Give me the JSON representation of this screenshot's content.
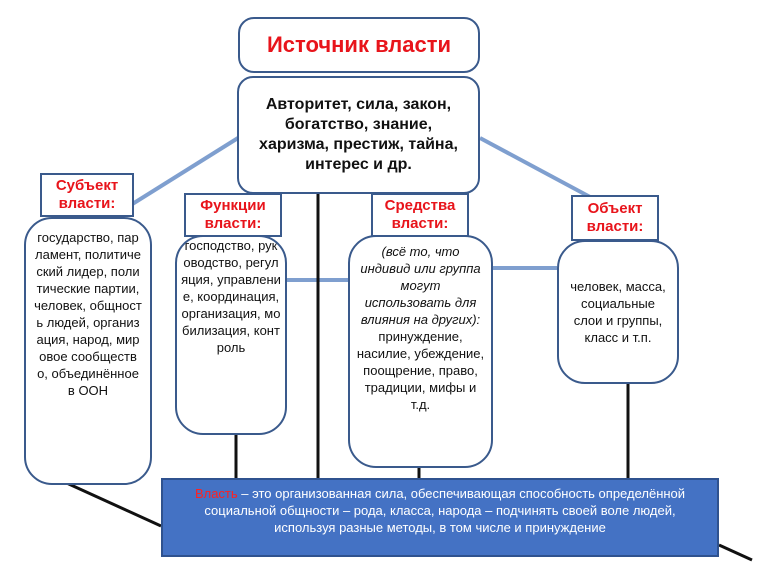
{
  "diagram": {
    "title": "Источник власти",
    "sources": "Авторитет, сила, закон, богатство, знание, харизма, престиж, тайна, интерес и др.",
    "subject": {
      "label": "Субъект власти:",
      "items": "государство, парламент, политический лидер, политические партии, человек, общность людей, организация, народ, мировое сообщество, объединённое в ООН"
    },
    "functions": {
      "label": "Функции власти:",
      "items": "господство, руководство, регуляция, управление, координация, организация, мобилизация, контроль"
    },
    "means": {
      "label": "Средства власти:",
      "intro": "(всё то, что индивид или группа могут использовать для влияния на других):",
      "items": "принуждение, насилие, убеждение, поощрение, право, традиции, мифы и т.д."
    },
    "object": {
      "label": "Объект власти:",
      "items": "человек, масса, социальные слои и группы, класс и т.п."
    },
    "definition": {
      "term": "Власть",
      "text": " – это организованная сила, обеспечивающая способность определённой социальной общности – рода, класса, народа – подчинять своей воле людей, используя разные методы, в том числе и принуждение"
    }
  },
  "colors": {
    "accent_red": "#e8141b",
    "border_blue": "#3a5a8c",
    "definition_fill": "#4472c4",
    "connector_blue": "#7f9fcf"
  }
}
